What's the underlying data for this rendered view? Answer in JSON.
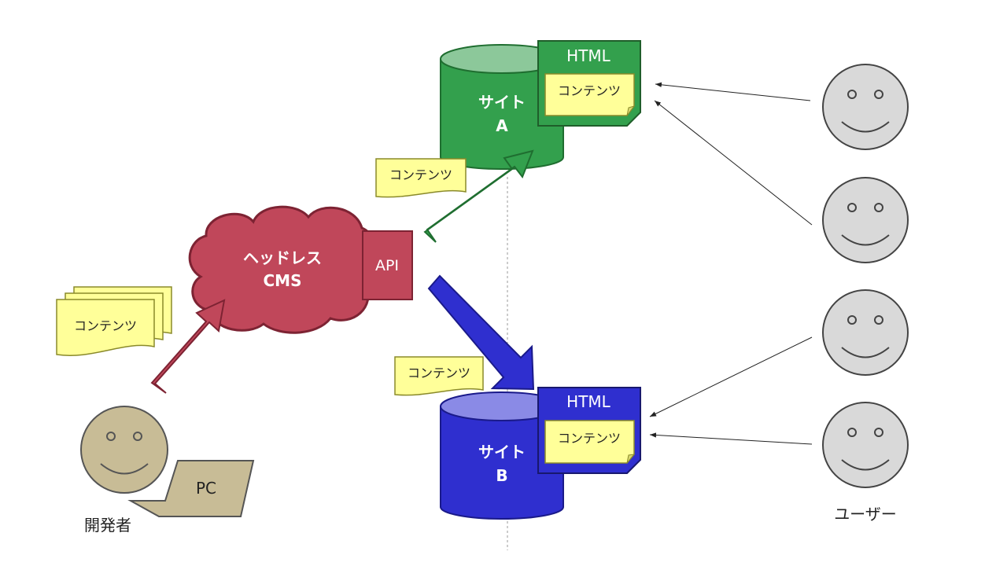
{
  "cms": {
    "line1": "ヘッドレス",
    "line2": "CMS",
    "api": "API"
  },
  "content_label": "コンテンツ",
  "site_a": {
    "line1": "サイト",
    "line2": "A",
    "html": "HTML",
    "content": "コンテンツ"
  },
  "site_b": {
    "line1": "サイト",
    "line2": "B",
    "html": "HTML",
    "content": "コンテンツ"
  },
  "developer": {
    "label": "開発者",
    "pc": "PC"
  },
  "users": {
    "label": "ユーザー"
  },
  "colors": {
    "cms": "#c0475a",
    "site_a": "#33a04d",
    "site_b": "#2f2fcf",
    "note": "#ffff99",
    "developer": "#c8bc96",
    "user": "#d9d9d9"
  }
}
